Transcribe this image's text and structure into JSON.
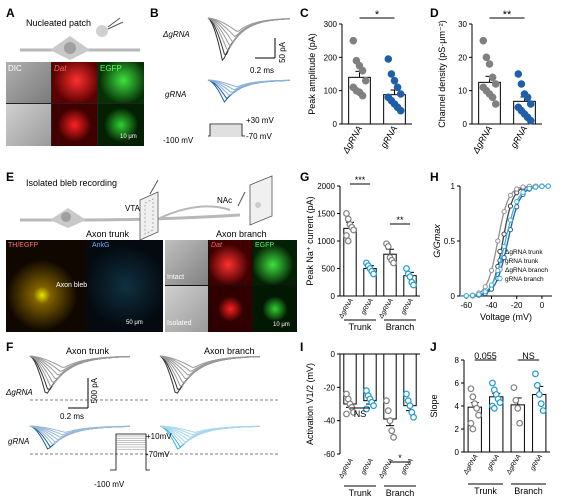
{
  "panels": {
    "A": {
      "letter": "A",
      "title": "Nucleated patch",
      "images": [
        {
          "label": "DIC",
          "color": "#9a9a9a"
        },
        {
          "label": "Dat",
          "color": "#d01010"
        },
        {
          "label": "EGFP",
          "color": "#10b020"
        }
      ],
      "scalebar": "10 μm"
    },
    "B": {
      "letter": "B",
      "cond1": "ΔgRNA",
      "cond2": "gRNA",
      "scale_v": "50 pA",
      "scale_h": "0.2 ms",
      "protocol_hi": "+30 mV",
      "protocol_lo": "-70 mV",
      "protocol_hold": "-100 mV"
    },
    "E": {
      "letter": "E",
      "title": "Isolated bleb recording",
      "vta": "VTA",
      "nac": "NAc",
      "trunk": "Axon trunk",
      "branch": "Axon branch",
      "th_egfp": "TH/EGFP",
      "ankg": "AnkG",
      "bleb": "Axon bleb",
      "scalebar": "50 μm",
      "intact": "Intact",
      "isolated": "Isolated",
      "dat": "Dat",
      "egfp": "EGFP",
      "scalebar2": "10 μm"
    },
    "F": {
      "letter": "F",
      "trunk": "Axon trunk",
      "branch": "Axon branch",
      "cond1": "ΔgRNA",
      "cond2": "gRNA",
      "scale_v": "500 pA",
      "scale_h": "0.2 ms",
      "protocol_hi": "+10mV",
      "protocol_lo": "-70mV",
      "protocol_hold": "-100 mV"
    }
  },
  "charts": {
    "C": {
      "letter": "C",
      "chart_data": {
        "type": "bar",
        "ylabel": "Peak amplitude (pA)",
        "ylim": [
          0,
          300
        ],
        "yticks": [
          0,
          100,
          200,
          300
        ],
        "categories": [
          "ΔgRNA",
          "gRNA"
        ],
        "values": [
          140,
          88
        ],
        "errors": [
          18,
          14
        ],
        "points": [
          [
            250,
            190,
            175,
            160,
            130,
            110,
            100,
            95,
            85
          ],
          [
            195,
            150,
            130,
            110,
            90,
            80,
            70,
            60,
            50,
            40
          ]
        ],
        "significance": "*",
        "colors": [
          "#808080",
          "#1f5fa8"
        ]
      }
    },
    "D": {
      "letter": "D",
      "chart_data": {
        "type": "bar",
        "ylabel": "Channel density (pS·μm⁻²)",
        "ylim": [
          0,
          30
        ],
        "yticks": [
          0,
          10,
          20,
          30
        ],
        "categories": [
          "ΔgRNA",
          "gRNA"
        ],
        "values": [
          12.5,
          6.8
        ],
        "errors": [
          1.8,
          1.3
        ],
        "points": [
          [
            25,
            20,
            18,
            14,
            12,
            11,
            10,
            9,
            8,
            6
          ],
          [
            15,
            12,
            9,
            8,
            6,
            5,
            4,
            3,
            2,
            1
          ]
        ],
        "significance": "**",
        "colors": [
          "#808080",
          "#1f5fa8"
        ]
      }
    },
    "G": {
      "letter": "G",
      "chart_data": {
        "type": "bar",
        "ylabel": "Peak Na⁺ current (pA)",
        "ylim": [
          0,
          2000
        ],
        "yticks": [
          0,
          500,
          1000,
          1500,
          2000
        ],
        "groups": [
          "Trunk",
          "Branch"
        ],
        "categories": [
          "ΔgRNA",
          "gRNA",
          "ΔgRNA",
          "gRNA"
        ],
        "values": [
          1230,
          500,
          760,
          370
        ],
        "errors": [
          110,
          50,
          90,
          60
        ],
        "points": [
          [
            1500,
            1400,
            1300,
            1250,
            1200,
            1100,
            1000
          ],
          [
            600,
            550,
            500,
            450,
            400
          ],
          [
            950,
            900,
            700,
            650,
            600
          ],
          [
            500,
            400,
            350,
            250,
            200
          ]
        ],
        "significance": [
          "***",
          "**"
        ],
        "colors": [
          "#808080",
          "#1f9ad6",
          "#808080",
          "#1f9ad6"
        ]
      }
    },
    "H": {
      "letter": "H",
      "chart_data": {
        "type": "line",
        "xlabel": "Voltage (mV)",
        "ylabel": "G/Gmax",
        "xlim": [
          -65,
          8
        ],
        "ylim": [
          0,
          1
        ],
        "xticks": [
          -60,
          -40,
          -20,
          0
        ],
        "yticks": [
          0,
          0.5,
          1
        ],
        "series": [
          {
            "name": "ΔgRNA trunk",
            "v_half": -31,
            "slope": 4.0,
            "color": "#404040"
          },
          {
            "name": "gRNA trunk",
            "v_half": -27,
            "slope": 4.8,
            "color": "#1f5fa8"
          },
          {
            "name": "ΔgRNA branch",
            "v_half": -35,
            "slope": 4.2,
            "color": "#909090"
          },
          {
            "name": "gRNA branch",
            "v_half": -29,
            "slope": 5.0,
            "color": "#3fb0e0"
          }
        ]
      }
    },
    "I": {
      "letter": "I",
      "chart_data": {
        "type": "bar",
        "ylabel": "Activation V1/2 (mV)",
        "ylim": [
          -60,
          0
        ],
        "yticks": [
          -60,
          -40,
          -20,
          0
        ],
        "groups": [
          "Trunk",
          "Branch"
        ],
        "categories": [
          "ΔgRNA",
          "gRNA",
          "ΔgRNA",
          "gRNA"
        ],
        "values": [
          -30,
          -28,
          -39,
          -31
        ],
        "errors": [
          2,
          2,
          4,
          3
        ],
        "points": [
          [
            -24,
            -27,
            -30,
            -32,
            -35,
            -36
          ],
          [
            -22,
            -25,
            -27,
            -29,
            -31,
            -33
          ],
          [
            -28,
            -34,
            -40,
            -46,
            -50
          ],
          [
            -24,
            -28,
            -31,
            -35,
            -38
          ]
        ],
        "significance": [
          "NS",
          "*"
        ],
        "colors": [
          "#808080",
          "#1f9ad6",
          "#808080",
          "#1f9ad6"
        ]
      }
    },
    "J": {
      "letter": "J",
      "chart_data": {
        "type": "bar",
        "ylabel": "Slope",
        "ylim": [
          0,
          8
        ],
        "yticks": [
          0,
          2,
          4,
          6,
          8
        ],
        "groups": [
          "Trunk",
          "Branch"
        ],
        "categories": [
          "ΔgRNA",
          "gRNA",
          "ΔgRNA",
          "gRNA"
        ],
        "values": [
          3.9,
          4.8,
          4.1,
          5.0
        ],
        "errors": [
          0.4,
          0.3,
          0.6,
          0.7
        ],
        "points": [
          [
            5.5,
            4.8,
            4.2,
            3.8,
            3.2,
            2.5,
            2.0
          ],
          [
            6.0,
            5.4,
            5.0,
            4.6,
            4.3,
            4.0,
            3.8
          ],
          [
            5.6,
            4.5,
            3.8,
            2.5
          ],
          [
            6.8,
            5.8,
            5.0,
            4.2,
            3.6
          ]
        ],
        "significance": [
          "0.055",
          "NS"
        ],
        "colors": [
          "#808080",
          "#1f9ad6",
          "#808080",
          "#1f9ad6"
        ]
      }
    }
  }
}
